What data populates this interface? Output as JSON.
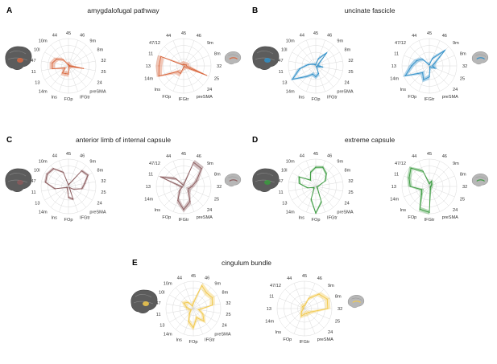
{
  "colors": {
    "A": "#d9683f",
    "B": "#2f8fc8",
    "C": "#8a5a5c",
    "D": "#3a9a3e",
    "E": "#f2c94c",
    "grid": "#d6d6d6",
    "brain": "#5c5c5c"
  },
  "icons": {
    "brain": "brain-icon"
  },
  "chart_data": [
    {
      "type": "radar",
      "panel": "A",
      "title": "amygdalofugal pathway",
      "radar_left": {
        "categories": [
          "45",
          "46",
          "9m",
          "8m",
          "32",
          "25",
          "24",
          "preSMA",
          "IFGtr",
          "FOp",
          "Ins",
          "14m",
          "13",
          "11",
          "47",
          "10l",
          "10m",
          "44"
        ],
        "values": [
          0.06,
          0.04,
          0.02,
          0.02,
          0.05,
          0.55,
          0.04,
          0.03,
          0.03,
          0.3,
          0.3,
          0.34,
          0.15,
          0.6,
          0.6,
          0.5,
          0.3,
          0.04
        ],
        "spread": 0.1
      },
      "radar_right": {
        "categories": [
          "45",
          "46",
          "9m",
          "8m",
          "32",
          "25",
          "24",
          "preSMA",
          "IFGtr",
          "FOp",
          "Ins",
          "14m",
          "13",
          "11",
          "47/12",
          "44"
        ],
        "values": [
          0.06,
          0.04,
          0.06,
          0.1,
          0.1,
          0.9,
          0.04,
          0.03,
          0.05,
          0.3,
          0.3,
          0.98,
          0.9,
          0.9,
          0.05,
          0.05
        ],
        "spread": 0.12
      }
    },
    {
      "type": "radar",
      "panel": "B",
      "title": "uncinate fascicle",
      "radar_left": {
        "categories": [
          "45",
          "46",
          "9m",
          "8m",
          "32",
          "25",
          "24",
          "preSMA",
          "IFGtr",
          "FOp",
          "Ins",
          "14m",
          "13",
          "11",
          "47",
          "10l",
          "10m",
          "44"
        ],
        "values": [
          0.04,
          0.28,
          0.62,
          0.1,
          0.08,
          0.25,
          0.05,
          0.03,
          0.3,
          0.4,
          0.32,
          0.5,
          0.98,
          0.6,
          0.28,
          0.12,
          0.06,
          0.04
        ],
        "spread": 0.08
      },
      "radar_right": {
        "categories": [
          "45",
          "46",
          "9m",
          "8m",
          "32",
          "25",
          "24",
          "preSMA",
          "IFGtr",
          "FOp",
          "Ins",
          "14m",
          "13",
          "11",
          "47/12",
          "44"
        ],
        "values": [
          0.04,
          0.3,
          0.8,
          0.18,
          0.12,
          0.22,
          0.05,
          0.04,
          0.4,
          0.55,
          0.35,
          0.95,
          0.65,
          0.5,
          0.35,
          0.04
        ],
        "spread": 0.1
      }
    },
    {
      "type": "radar",
      "panel": "C",
      "title": "anterior limb of internal capsule",
      "radar_left": {
        "categories": [
          "45",
          "46",
          "9m",
          "8m",
          "32",
          "25",
          "24",
          "preSMA",
          "IFGtr",
          "FOp",
          "Ins",
          "14m",
          "13",
          "11",
          "47",
          "10l",
          "10m",
          "44"
        ],
        "values": [
          0.05,
          0.1,
          0.75,
          0.82,
          0.6,
          0.5,
          0.2,
          0.05,
          0.5,
          0.4,
          0.1,
          0.05,
          0.08,
          0.5,
          0.85,
          0.9,
          0.85,
          0.55
        ],
        "spread": 0.05
      },
      "radar_right": {
        "categories": [
          "45",
          "46",
          "9m",
          "8m",
          "32",
          "25",
          "24",
          "preSMA",
          "IFGtr",
          "FOp",
          "Ins",
          "14m",
          "13",
          "11",
          "47/12",
          "44"
        ],
        "values": [
          0.05,
          0.95,
          0.92,
          0.5,
          0.3,
          0.2,
          0.25,
          0.6,
          0.85,
          0.55,
          0.2,
          0.05,
          0.1,
          0.9,
          0.4,
          0.05
        ],
        "spread": 0.1
      }
    },
    {
      "type": "radar",
      "panel": "D",
      "title": "extreme capsule",
      "radar_left": {
        "categories": [
          "45",
          "46",
          "9m",
          "8m",
          "32",
          "25",
          "24",
          "preSMA",
          "IFGtr",
          "FOp",
          "Ins",
          "14m",
          "13",
          "11",
          "47",
          "10l",
          "10m",
          "44"
        ],
        "values": [
          0.7,
          0.75,
          0.6,
          0.4,
          0.1,
          0.05,
          0.05,
          0.1,
          0.6,
          0.98,
          0.5,
          0.1,
          0.08,
          0.3,
          0.6,
          0.7,
          0.3,
          0.55
        ],
        "spread": 0.05
      },
      "radar_right": {
        "categories": [
          "45",
          "46",
          "9m",
          "8m",
          "32",
          "25",
          "24",
          "preSMA",
          "IFGtr",
          "FOp",
          "Ins",
          "14m",
          "13",
          "11",
          "47/12",
          "44"
        ],
        "values": [
          0.1,
          0.2,
          0.12,
          0.08,
          0.05,
          0.05,
          0.05,
          0.1,
          0.95,
          0.9,
          0.4,
          0.3,
          0.7,
          0.8,
          0.95,
          0.6
        ],
        "spread": 0.08
      }
    },
    {
      "type": "radar",
      "panel": "E",
      "title": "cingulum bundle",
      "radar_left": {
        "categories": [
          "45",
          "46",
          "9m",
          "8m",
          "32",
          "25",
          "24",
          "preSMA",
          "IFGtr",
          "FOp",
          "Ins",
          "14m",
          "13",
          "11",
          "47",
          "10l",
          "10m",
          "44"
        ],
        "values": [
          0.2,
          0.9,
          0.75,
          0.8,
          0.7,
          0.2,
          0.4,
          0.6,
          0.35,
          0.7,
          0.5,
          0.2,
          0.1,
          0.15,
          0.25,
          0.4,
          0.3,
          0.1
        ],
        "spread": 0.1
      },
      "radar_right": {
        "categories": [
          "45",
          "46",
          "9m",
          "8m",
          "32",
          "25",
          "24",
          "preSMA",
          "IFGtr",
          "FOp",
          "Ins",
          "14m",
          "13",
          "11",
          "47/12",
          "44"
        ],
        "values": [
          0.1,
          0.4,
          0.75,
          0.9,
          0.85,
          0.3,
          0.2,
          0.2,
          0.2,
          0.3,
          0.15,
          0.05,
          0.05,
          0.05,
          0.1,
          0.1
        ],
        "spread": 0.1
      }
    }
  ]
}
